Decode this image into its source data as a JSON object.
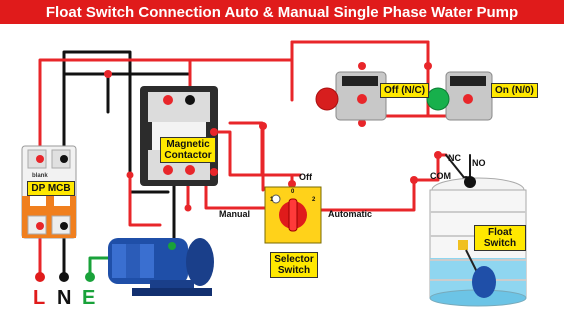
{
  "title": "Float Switch Connection Auto & Manual Single Phase Water Pump",
  "labels": {
    "mcb": "DP MCB",
    "mcb_brand": "blank",
    "contactor_line1": "Magnetic",
    "contactor_line2": "Contactor",
    "off_button": "Off (N/C)",
    "on_button": "On (N/0)",
    "selector_line1": "Selector",
    "selector_line2": "Switch",
    "selector_off": "Off",
    "selector_manual": "Manual",
    "selector_automatic": "Automatic",
    "selector_pos_1": "1",
    "selector_pos_0": "0",
    "selector_pos_2": "2",
    "nc": "NC",
    "no": "NO",
    "com": "COM",
    "float_line1": "Float",
    "float_line2": "Switch"
  },
  "terminals": {
    "line": "L",
    "neutral": "N",
    "earth": "E"
  },
  "colors": {
    "title_bg": "#e01b1b",
    "line_wire": "#e8262a",
    "neutral_wire": "#111111",
    "earth_wire": "#19a23a",
    "label_box": "#ffe800",
    "terminal_L": "#e01b1b",
    "terminal_N": "#111111",
    "terminal_E": "#19a23a",
    "pump_body": "#1f4fa8",
    "tank_blue": "#8fd6f0"
  },
  "icons": {
    "mcb": "circuit-breaker-icon",
    "contactor": "contactor-icon",
    "off_button": "red-pushbutton-icon",
    "on_button": "green-pushbutton-icon",
    "selector": "rotary-selector-switch-icon",
    "pump": "water-pump-icon",
    "tank": "water-tank-icon",
    "float": "float-ball-icon"
  }
}
